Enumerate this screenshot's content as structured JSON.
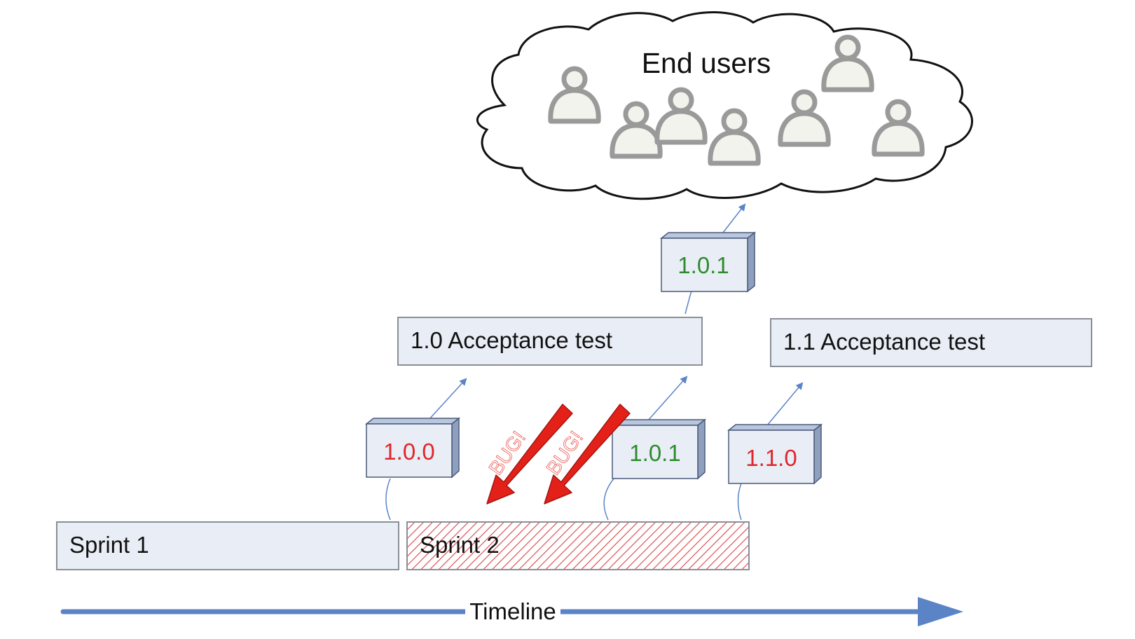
{
  "cloud": {
    "label": "End users"
  },
  "stages": {
    "sprint1": "Sprint 1",
    "sprint2": "Sprint 2",
    "acceptance10": "1.0 Acceptance test",
    "acceptance11": "1.1 Acceptance test"
  },
  "builds": {
    "b100": "1.0.0",
    "b101_sprint": "1.0.1",
    "b110": "1.1.0",
    "b101_release": "1.0.1"
  },
  "bugs": [
    "BUG!",
    "BUG!"
  ],
  "timeline": {
    "label": "Timeline"
  },
  "colors": {
    "box_fill": "#e9eef6",
    "box_stroke": "#8a8f96",
    "build_red": "#e0262a",
    "build_green": "#2e8b2e",
    "arrow_blue": "#5b84c6",
    "bug_red": "#e32119",
    "hatch_red": "#d9434a",
    "person_gray": "#9a9a9a"
  },
  "icons": {
    "person": "person-icon",
    "cloud": "cloud-shape"
  }
}
